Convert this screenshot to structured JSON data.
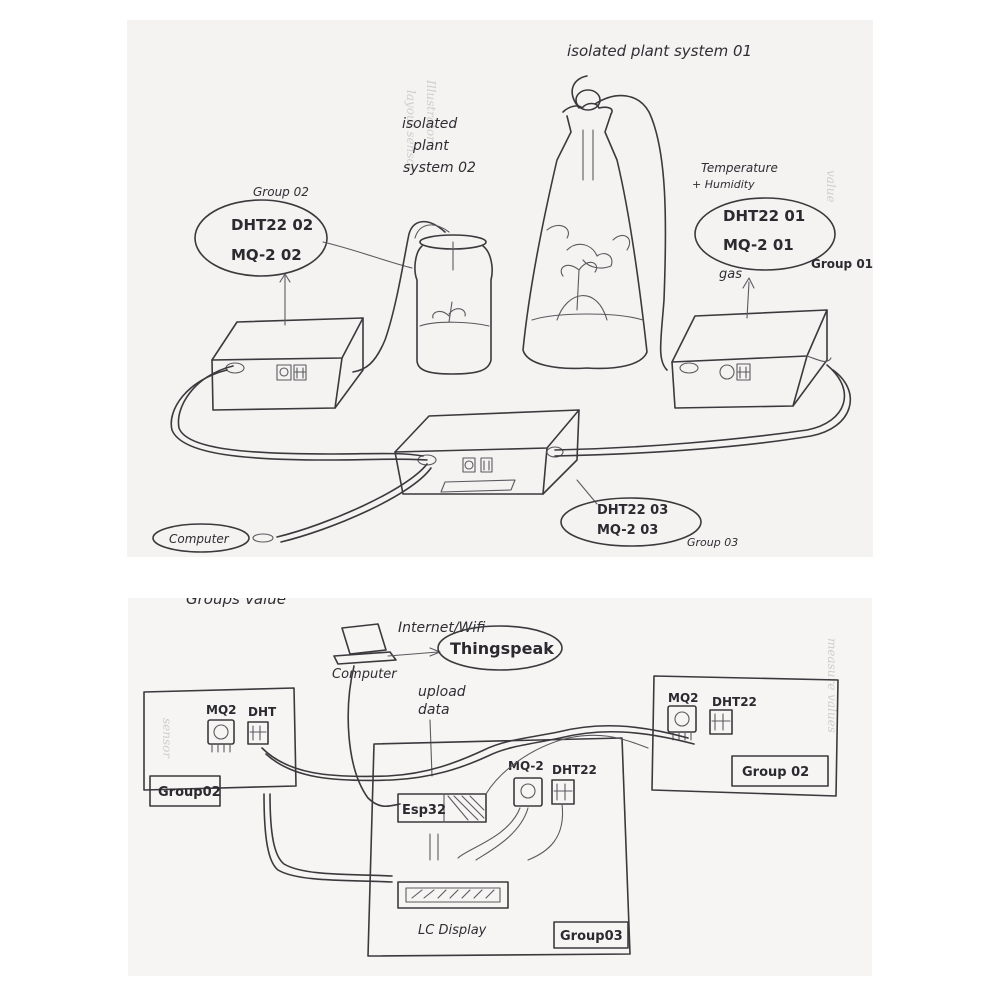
{
  "top_sketch": {
    "system_01_label": "isolated plant system 01",
    "system_02_label": [
      "isolated",
      "plant",
      "system 02"
    ],
    "group01": {
      "temp_note": [
        "Temperature",
        "+ Humidity"
      ],
      "sensors": [
        "DHT22 01",
        "MQ-2 01"
      ],
      "name": "Group 01",
      "gas_note": "gas"
    },
    "group02": {
      "name": "Group 02",
      "sensors": [
        "DHT22 02",
        "MQ-2 02"
      ]
    },
    "group03": {
      "sensors": [
        "DHT22 03",
        "MQ-2 03"
      ],
      "name": "Group 03"
    },
    "computer": "Computer"
  },
  "bottom_sketch": {
    "partial_heading": "Groups Value",
    "internet": "Internet/Wifi",
    "thingspeak": "Thingspeak",
    "computer": "Computer",
    "upload": [
      "upload",
      "data"
    ],
    "left_box": {
      "mq": "MQ2",
      "dht": "DHT",
      "name": "Group02"
    },
    "right_box": {
      "mq": "MQ2",
      "dht": "DHT22",
      "name": "Group 02"
    },
    "center_box": {
      "esp": "Esp32",
      "mq": "MQ-2",
      "dht": "DHT22",
      "lcd": "LC Display",
      "name": "Group03"
    }
  }
}
